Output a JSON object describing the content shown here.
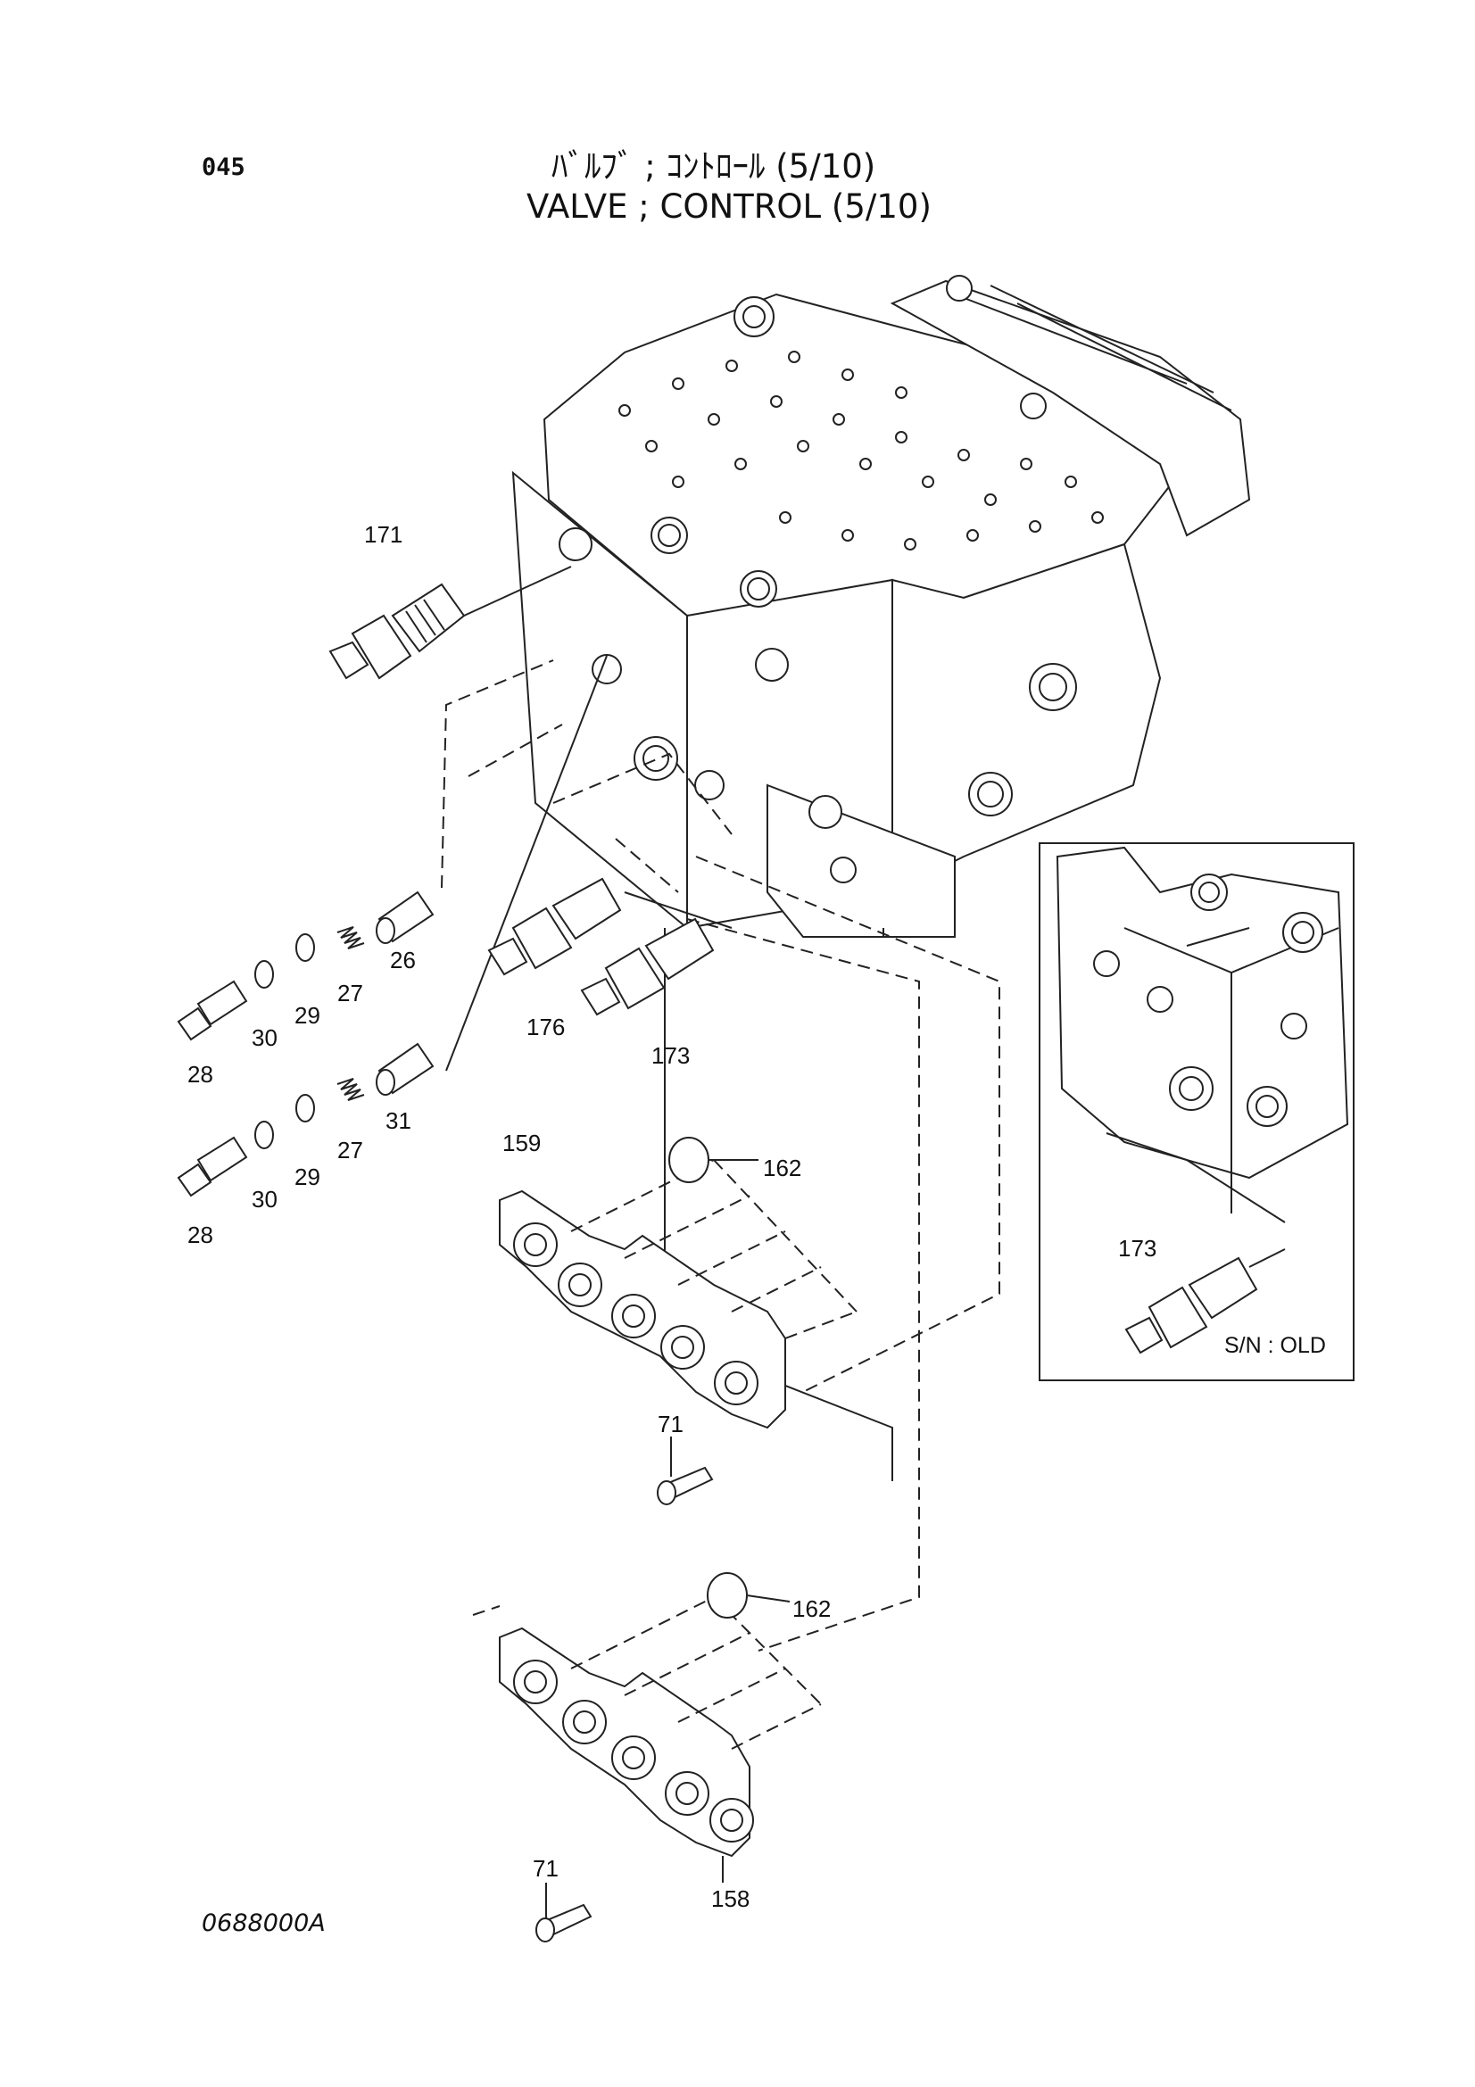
{
  "header": {
    "page_number": "045",
    "title_jp": "ﾊﾞﾙﾌﾞ ; ｺﾝﾄﾛｰﾙ (5/10)",
    "title_en": "VALVE ; CONTROL (5/10)"
  },
  "footer": {
    "drawing_code": "0688000A"
  },
  "inset": {
    "note": "S/N : OLD",
    "callout_label": "173"
  },
  "callouts": [
    {
      "id": "c171",
      "label": "171"
    },
    {
      "id": "c26",
      "label": "26"
    },
    {
      "id": "c27a",
      "label": "27"
    },
    {
      "id": "c29a",
      "label": "29"
    },
    {
      "id": "c30a",
      "label": "30"
    },
    {
      "id": "c28a",
      "label": "28"
    },
    {
      "id": "c31",
      "label": "31"
    },
    {
      "id": "c27b",
      "label": "27"
    },
    {
      "id": "c29b",
      "label": "29"
    },
    {
      "id": "c30b",
      "label": "30"
    },
    {
      "id": "c28b",
      "label": "28"
    },
    {
      "id": "c176",
      "label": "176"
    },
    {
      "id": "c173",
      "label": "173"
    },
    {
      "id": "c159",
      "label": "159"
    },
    {
      "id": "c162a",
      "label": "162"
    },
    {
      "id": "c71a",
      "label": "71"
    },
    {
      "id": "c162b",
      "label": "162"
    },
    {
      "id": "c71b",
      "label": "71"
    },
    {
      "id": "c158",
      "label": "158"
    }
  ]
}
